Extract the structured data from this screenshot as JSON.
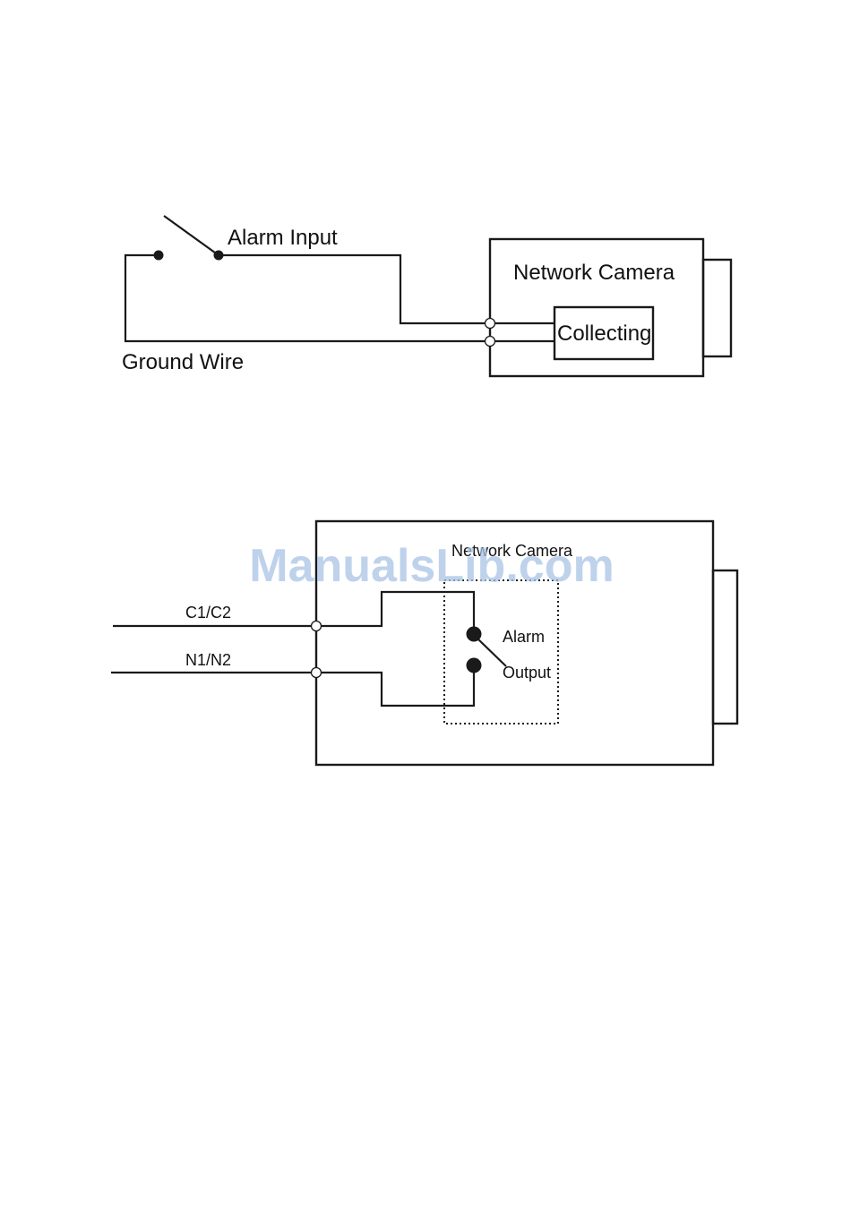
{
  "diagram1": {
    "switch_label": "Alarm Input",
    "ground_label": "Ground Wire",
    "camera_label": "Network Camera",
    "module_label": "Collecting"
  },
  "diagram2": {
    "camera_label": "Network Camera",
    "line1_label": "C1/C2",
    "line2_label": "N1/N2",
    "alarm_label": "Alarm",
    "output_label": "Output"
  },
  "watermark": "ManualsLib.com"
}
